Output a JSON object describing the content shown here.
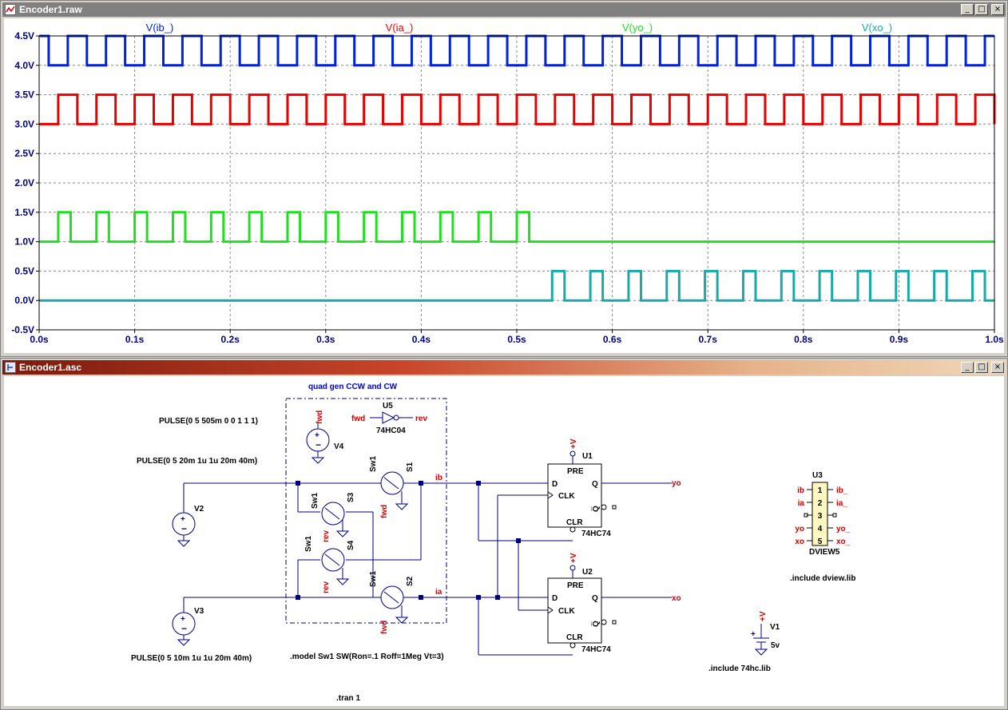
{
  "waveform_window": {
    "title": "Encoder1.raw",
    "buttons": {
      "minimize": "_",
      "maximize": "□",
      "close": "×"
    }
  },
  "schematic_window": {
    "title": "Encoder1.asc",
    "buttons": {
      "minimize": "_",
      "maximize": "□",
      "close": "×"
    }
  },
  "chart_data": {
    "type": "line",
    "xlabel": "",
    "ylabel": "",
    "xlim": [
      0,
      1.0
    ],
    "ylim": [
      -0.5,
      4.5
    ],
    "x_tick_labels": [
      "0.0s",
      "0.1s",
      "0.2s",
      "0.3s",
      "0.4s",
      "0.5s",
      "0.6s",
      "0.7s",
      "0.8s",
      "0.9s",
      "1.0s"
    ],
    "y_tick_labels": [
      "-0.5V",
      "0.0V",
      "0.5V",
      "1.0V",
      "1.5V",
      "2.0V",
      "2.5V",
      "3.0V",
      "3.5V",
      "4.0V",
      "4.5V"
    ],
    "y_ticks": [
      -0.5,
      0,
      0.5,
      1,
      1.5,
      2,
      2.5,
      3,
      3.5,
      4,
      4.5
    ],
    "grid": true,
    "series": [
      {
        "name": "V(ib_)",
        "color": "#0022dd",
        "low": 4.0,
        "high": 4.5,
        "start_high": true,
        "period": 0.04,
        "phase": 0.01,
        "width": 0.02,
        "t_start": 0.0,
        "t_end": 1.0
      },
      {
        "name": "V(ia_)",
        "color": "#e60000",
        "low": 3.0,
        "high": 3.5,
        "start_high": false,
        "period": 0.04,
        "phase": 0.02,
        "width": 0.02,
        "t_start": 0.0,
        "t_end": 1.0
      },
      {
        "name": "V(yo_)",
        "color": "#22dd22",
        "low": 1.0,
        "high": 1.5,
        "start_high": false,
        "period": 0.04,
        "phase": 0.02,
        "width": 0.013,
        "t_start": 0.0,
        "t_end": 0.52
      },
      {
        "name": "V(xo_)",
        "color": "#1aa8a8",
        "low": 0.0,
        "high": 0.5,
        "start_high": false,
        "period": 0.04,
        "phase": 0.537,
        "width": 0.013,
        "t_start": 0.52,
        "t_end": 1.0
      }
    ]
  },
  "schematic": {
    "header_label": "quad gen CCW and CW",
    "pulse_v4": "PULSE(0 5 505m 0 0 1 1 1)",
    "pulse_v2": "PULSE(0 5 20m 1u 1u 20m 40m)",
    "pulse_v3": "PULSE(0 5 10m 1u 1u 20m 40m)",
    "model": ".model Sw1 SW(Ron=.1 Roff=1Meg Vt=3)",
    "tran": ".tran 1",
    "include_dview": ".include dview.lib",
    "include_74hc": ".include 74hc.lib",
    "sources": {
      "v4": "V4",
      "v2": "V2",
      "v3": "V3",
      "v1": "V1",
      "v1_value": "5v"
    },
    "inverter": {
      "ref": "U5",
      "part": "74HC04",
      "in": "fwd",
      "out": "rev"
    },
    "switches": {
      "model": "Sw1",
      "s1": "S1",
      "s2": "S2",
      "s3": "S3",
      "s4": "S4",
      "ctrl_fwd": "fwd",
      "ctrl_rev": "rev"
    },
    "nets": {
      "ib": "ib",
      "ia": "ia",
      "yo": "yo",
      "xo": "xo",
      "vcc": "+V"
    },
    "flipflops": [
      {
        "ref": "U1",
        "part": "74HC74",
        "pre": "PRE",
        "d": "D",
        "clk": "CLK",
        "q": "Q",
        "qbar": "Q̅",
        "clr": "CLR"
      },
      {
        "ref": "U2",
        "part": "74HC74",
        "pre": "PRE",
        "d": "D",
        "clk": "CLK",
        "q": "Q",
        "qbar": "Q̅",
        "clr": "CLR"
      }
    ],
    "dview": {
      "ref": "U3",
      "part": "DVIEW5",
      "pins": [
        {
          "num": "1",
          "left": "ib",
          "right": "ib_"
        },
        {
          "num": "2",
          "left": "ia",
          "right": "ia_"
        },
        {
          "num": "3",
          "left": "",
          "right": ""
        },
        {
          "num": "4",
          "left": "yo",
          "right": "yo_"
        },
        {
          "num": "5",
          "left": "xo",
          "right": "xo_"
        }
      ]
    }
  }
}
